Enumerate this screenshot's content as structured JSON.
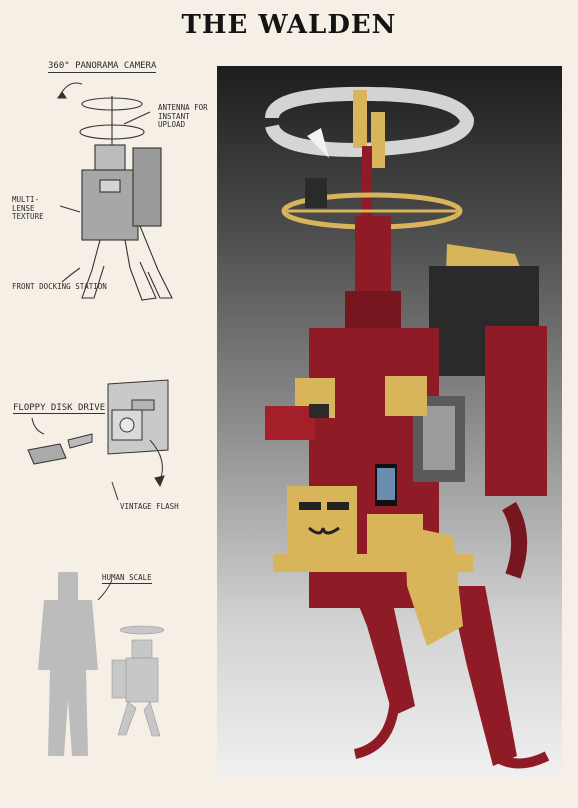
{
  "page": {
    "title": "THE WALDEN"
  },
  "sketches": {
    "camera_header": "360° PANORAMA CAMERA",
    "antenna_label": "ANTENNA FOR INSTANT UPLOAD",
    "lenses_label": "MULTI-LENSE TEXTURE",
    "docking_label": "FRONT DOCKING STATION",
    "floppy_label": "FLOPPY DISK DRIVE",
    "flash_label": "VINTAGE FLASH",
    "scale_label": "HUMAN SCALE"
  },
  "colors": {
    "background": "#f6efe6",
    "robot_red": "#8e1b25",
    "robot_gold": "#d8b45a",
    "robot_dark": "#2a2a2a"
  }
}
